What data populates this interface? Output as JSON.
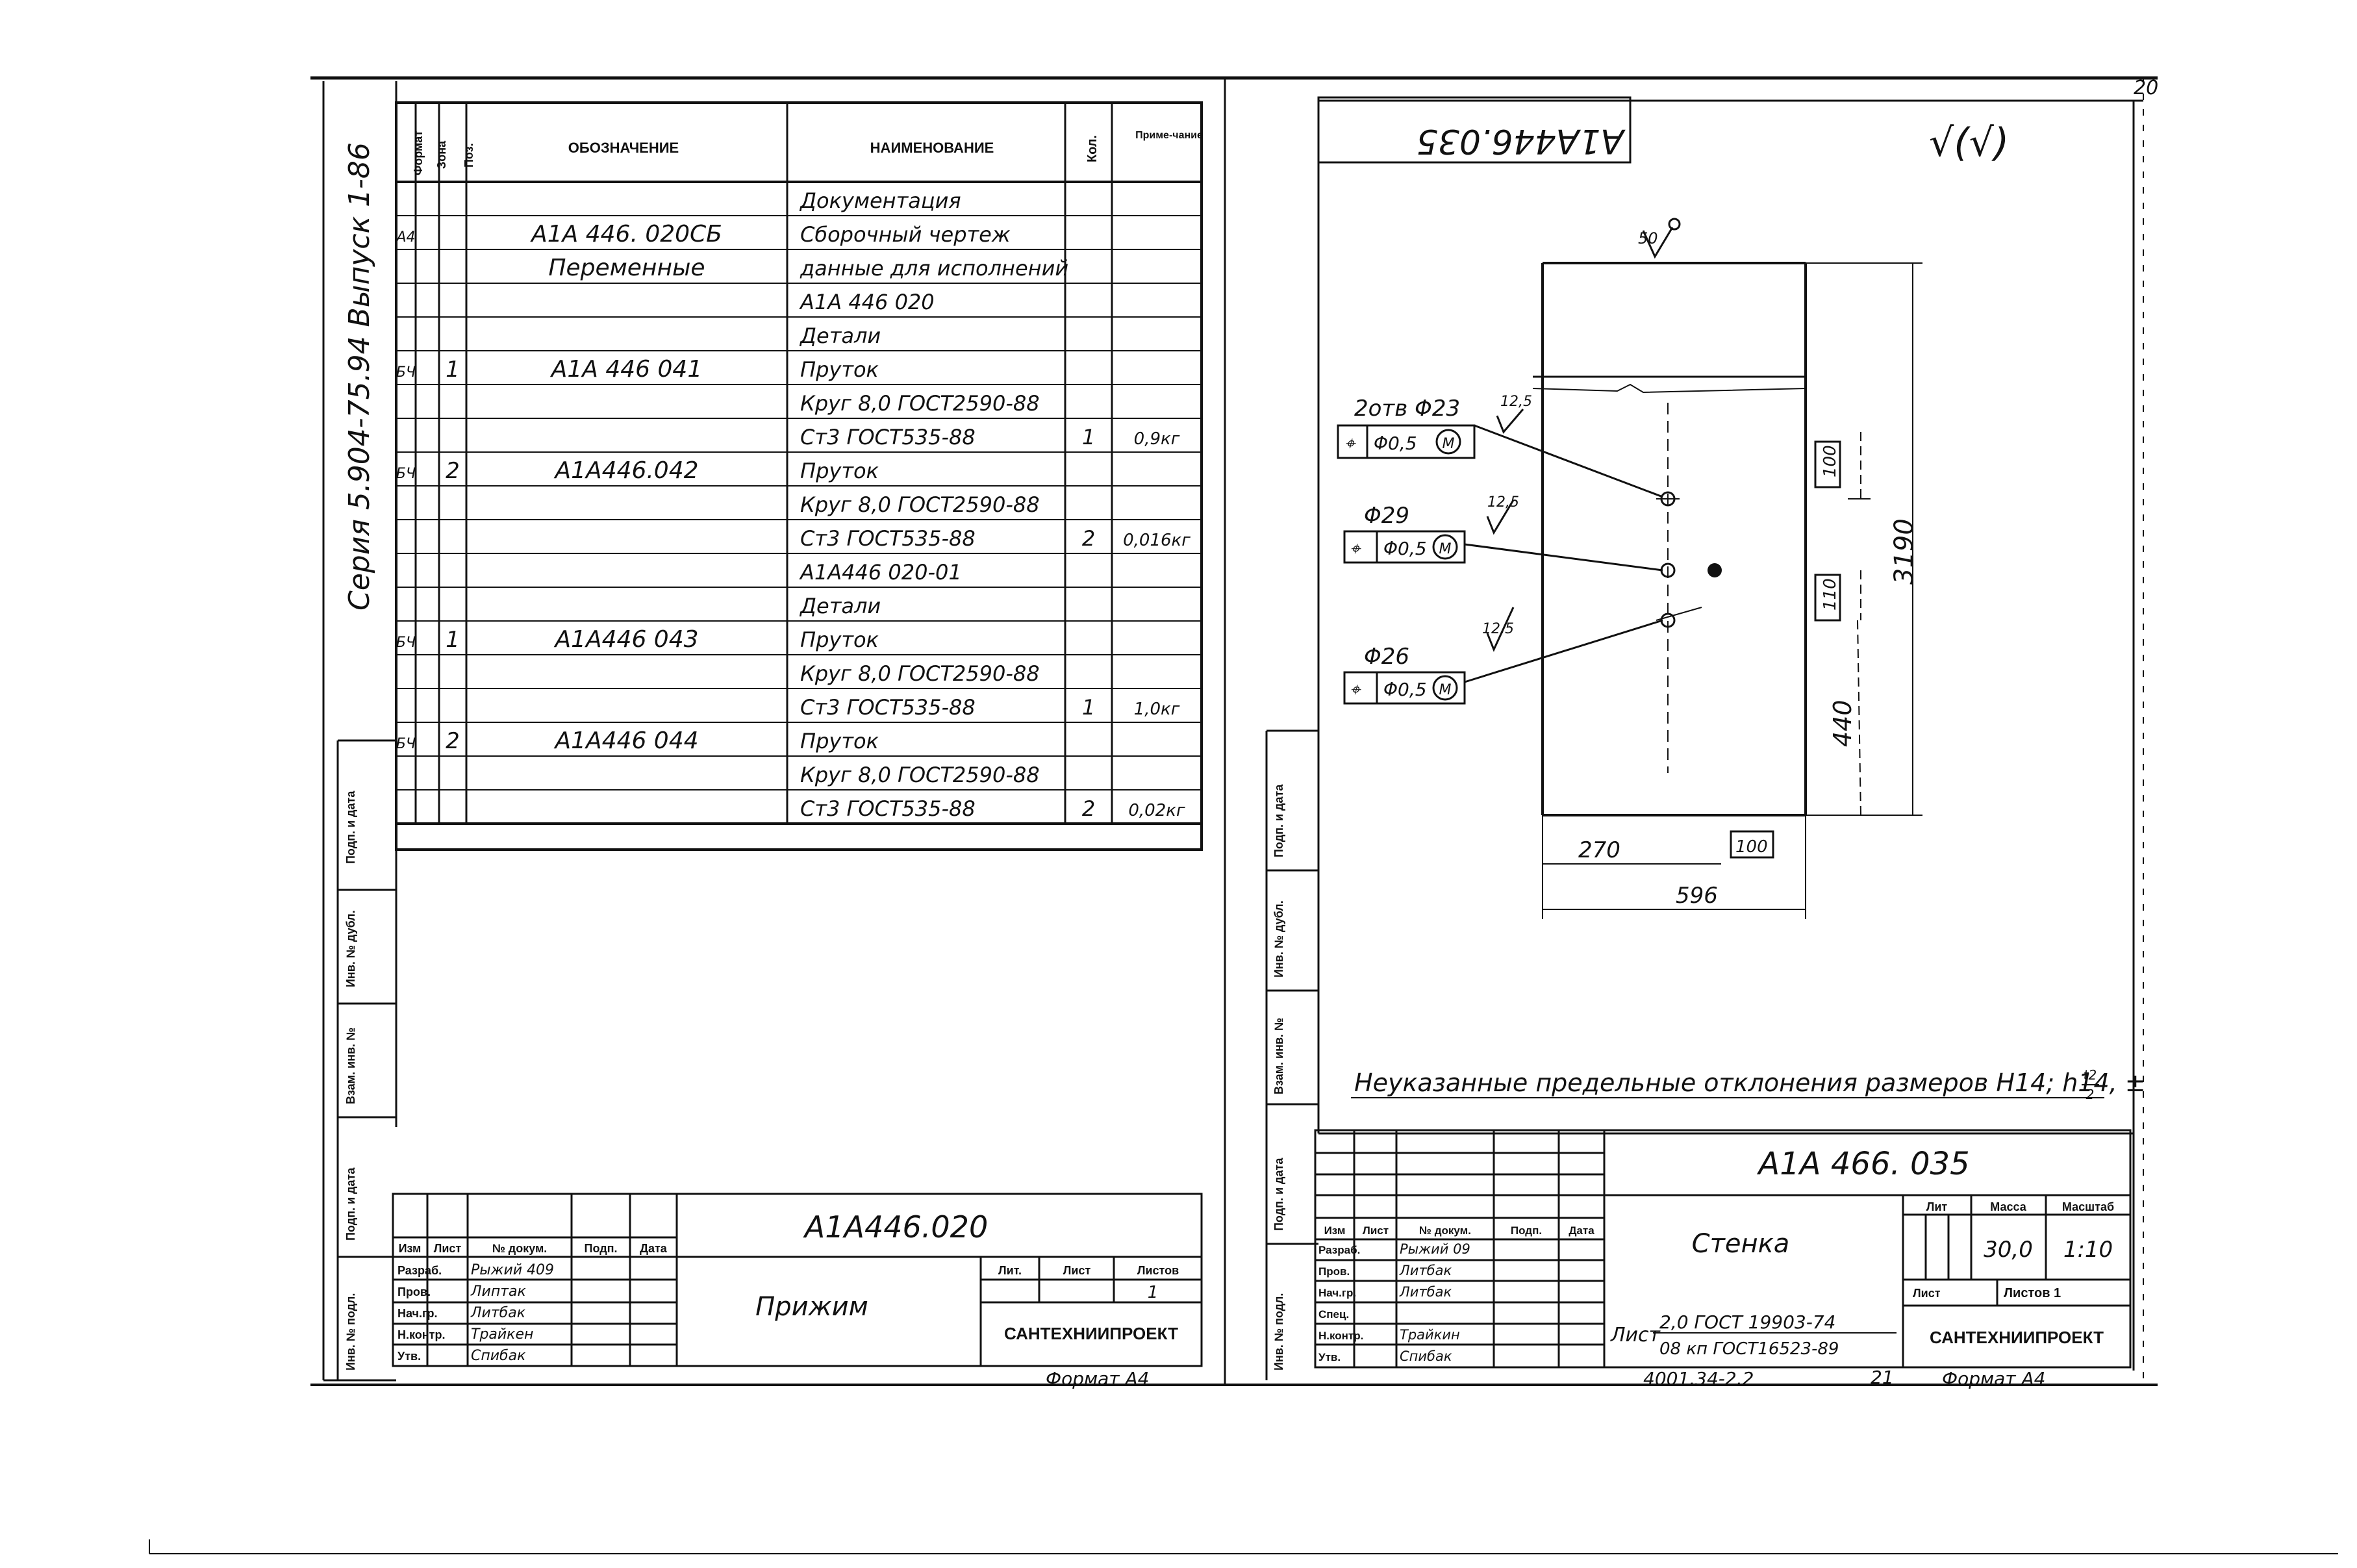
{
  "left_sheet": {
    "series_stamp": "Серия 5.904-75.94 Выпуск 1-86",
    "side_labels": [
      "Подп. и дата",
      "Инв. № дубл.",
      "Взам. инв. №",
      "Подп. и дата",
      "Инв. № подл."
    ],
    "header": {
      "format": "Формат",
      "zone": "Зона",
      "pos": "Поз.",
      "designation": "ОБОЗНАЧЕНИЕ",
      "name": "НАИМЕНОВАНИЕ",
      "qty": "Кол.",
      "note": "Приме-чание"
    },
    "rows": [
      {
        "fmt": "",
        "zone": "",
        "pos": "",
        "designation": "",
        "name": "Документация",
        "qty": "",
        "note": ""
      },
      {
        "fmt": "А4",
        "zone": "",
        "pos": "",
        "designation": "А1А 446. 020СБ",
        "name": "Сборочный чертеж",
        "qty": "",
        "note": ""
      },
      {
        "fmt": "",
        "zone": "",
        "pos": "",
        "designation": "Переменные",
        "name": "данные для исполнений",
        "qty": "",
        "note": ""
      },
      {
        "fmt": "",
        "zone": "",
        "pos": "",
        "designation": "",
        "name": "А1А 446 020",
        "qty": "",
        "note": ""
      },
      {
        "fmt": "",
        "zone": "",
        "pos": "",
        "designation": "",
        "name": "Детали",
        "qty": "",
        "note": ""
      },
      {
        "fmt": "БЧ",
        "zone": "",
        "pos": "1",
        "designation": "А1А 446 041",
        "name": "Пруток",
        "qty": "",
        "note": ""
      },
      {
        "fmt": "",
        "zone": "",
        "pos": "",
        "designation": "",
        "name": "Круг 8,0 ГОСТ2590-88",
        "qty": "",
        "note": ""
      },
      {
        "fmt": "",
        "zone": "",
        "pos": "",
        "designation": "",
        "name": "Ст3 ГОСТ535-88",
        "qty": "1",
        "note": "0,9кг"
      },
      {
        "fmt": "БЧ",
        "zone": "",
        "pos": "2",
        "designation": "А1А446.042",
        "name": "Пруток",
        "qty": "",
        "note": ""
      },
      {
        "fmt": "",
        "zone": "",
        "pos": "",
        "designation": "",
        "name": "Круг 8,0 ГОСТ2590-88",
        "qty": "",
        "note": ""
      },
      {
        "fmt": "",
        "zone": "",
        "pos": "",
        "designation": "",
        "name": "Ст3 ГОСТ535-88",
        "qty": "2",
        "note": "0,016кг"
      },
      {
        "fmt": "",
        "zone": "",
        "pos": "",
        "designation": "",
        "name": "А1А446 020-01",
        "qty": "",
        "note": ""
      },
      {
        "fmt": "",
        "zone": "",
        "pos": "",
        "designation": "",
        "name": "Детали",
        "qty": "",
        "note": ""
      },
      {
        "fmt": "БЧ",
        "zone": "",
        "pos": "1",
        "designation": "А1А446 043",
        "name": "Пруток",
        "qty": "",
        "note": ""
      },
      {
        "fmt": "",
        "zone": "",
        "pos": "",
        "designation": "",
        "name": "Круг 8,0 ГОСТ2590-88",
        "qty": "",
        "note": ""
      },
      {
        "fmt": "",
        "zone": "",
        "pos": "",
        "designation": "",
        "name": "Ст3 ГОСТ535-88",
        "qty": "1",
        "note": "1,0кг"
      },
      {
        "fmt": "БЧ",
        "zone": "",
        "pos": "2",
        "designation": "А1А446 044",
        "name": "Пруток",
        "qty": "",
        "note": ""
      },
      {
        "fmt": "",
        "zone": "",
        "pos": "",
        "designation": "",
        "name": "Круг 8,0 ГОСТ2590-88",
        "qty": "",
        "note": ""
      },
      {
        "fmt": "",
        "zone": "",
        "pos": "",
        "designation": "",
        "name": "Ст3 ГОСТ535-88",
        "qty": "2",
        "note": "0,02кг"
      }
    ],
    "title_block": {
      "designation": "А1А446.020",
      "name": "Прижим",
      "org": "САНТЕХНИИПРОЕКТ",
      "sheet_header": [
        "Лит.",
        "Лист",
        "Листов"
      ],
      "sheets": "1",
      "col_labels": [
        "Изм",
        "Лист",
        "№ докум.",
        "Подп.",
        "Дата"
      ],
      "roles": [
        {
          "role": "Разраб.",
          "name": "Рыжий 409"
        },
        {
          "role": "Пров.",
          "name": "Липтак"
        },
        {
          "role": "Нач.гр.",
          "name": "Литбак"
        },
        {
          "role": "Н.контр.",
          "name": "Трайкен"
        },
        {
          "role": "Утв.",
          "name": "Спибак"
        }
      ]
    },
    "format_label": "Формат А4"
  },
  "right_sheet": {
    "corner_number": "20",
    "stamp_mirrored": "А1А446.035",
    "surface_finish": "√(√)",
    "roughness_top": "50",
    "holes": [
      {
        "label": "2отв Φ23",
        "tol": "Φ0,5",
        "mod": "M",
        "rough": "12,5"
      },
      {
        "label": "Φ29",
        "tol": "Φ0,5",
        "mod": "M",
        "rough": "12,5"
      },
      {
        "label": "Φ26",
        "tol": "Φ0,5",
        "mod": "M",
        "rough": "12,5"
      }
    ],
    "dims": {
      "height": "3190",
      "top_box": "100",
      "mid_box": "110",
      "lower": "440",
      "width_a": "270",
      "width_box": "100",
      "width_total": "596"
    },
    "tolerance_note": "Неуказанные предельные отклонения размеров Н14; h14, ±",
    "tolerance_fraction": {
      "num": "t2",
      "den": "2"
    },
    "title_block": {
      "designation": "А1А 466. 035",
      "name": "Стенка",
      "material_prefix": "Лист",
      "material_line1": "2,0 ГОСТ 19903-74",
      "material_line2": "08 кп ГОСТ16523-89",
      "lit_header": "Лит",
      "mass_header": "Масса",
      "scale_header": "Масштаб",
      "mass": "30,0",
      "scale": "1:10",
      "sheet_label": "Лист",
      "sheets_label": "Листов 1",
      "org": "САНТЕХНИИПРОЕКТ",
      "col_labels": [
        "Изм",
        "Лист",
        "№ докум.",
        "Подп.",
        "Дата"
      ],
      "roles": [
        {
          "role": "Разраб.",
          "name": "Рыжий 09"
        },
        {
          "role": "Пров.",
          "name": "Литбак"
        },
        {
          "role": "Нач.гр.",
          "name": "Литбак"
        },
        {
          "role": "Спец.",
          "name": ""
        },
        {
          "role": "Н.контр.",
          "name": "Трайкин"
        },
        {
          "role": "Утв.",
          "name": "Спибак"
        }
      ]
    },
    "bottom_note": "4001.34-2.2",
    "bottom_num": "21",
    "format_label": "Формат А4"
  }
}
